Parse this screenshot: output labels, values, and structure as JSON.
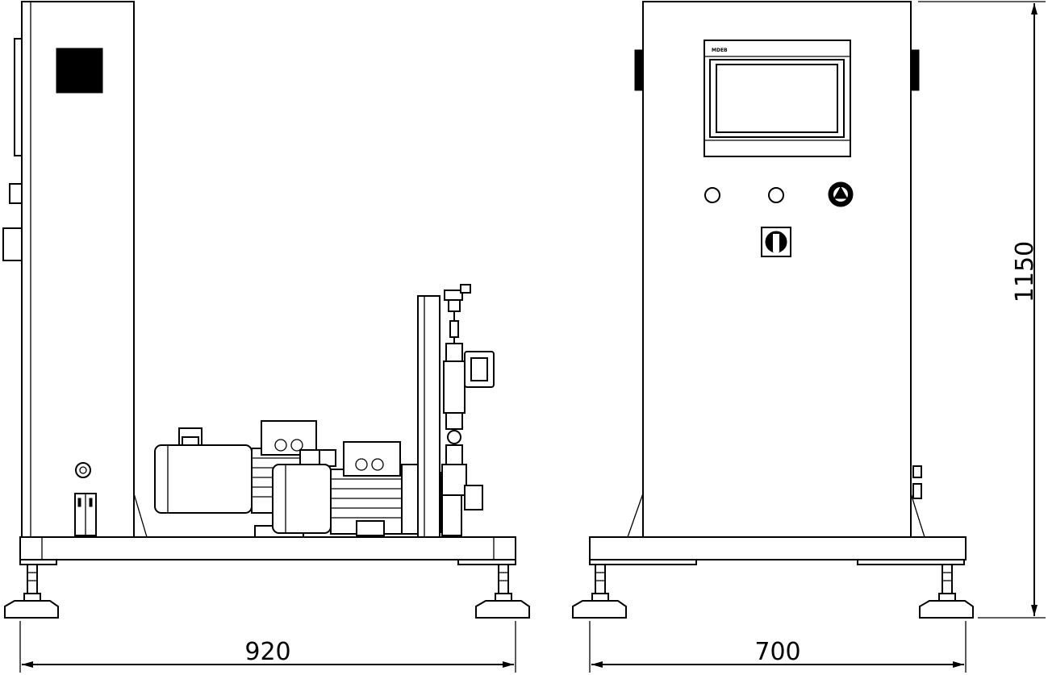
{
  "dimensions": {
    "side_width": "920",
    "front_width": "700",
    "height": "1150"
  },
  "hmi": {
    "logo": "MDEB"
  }
}
